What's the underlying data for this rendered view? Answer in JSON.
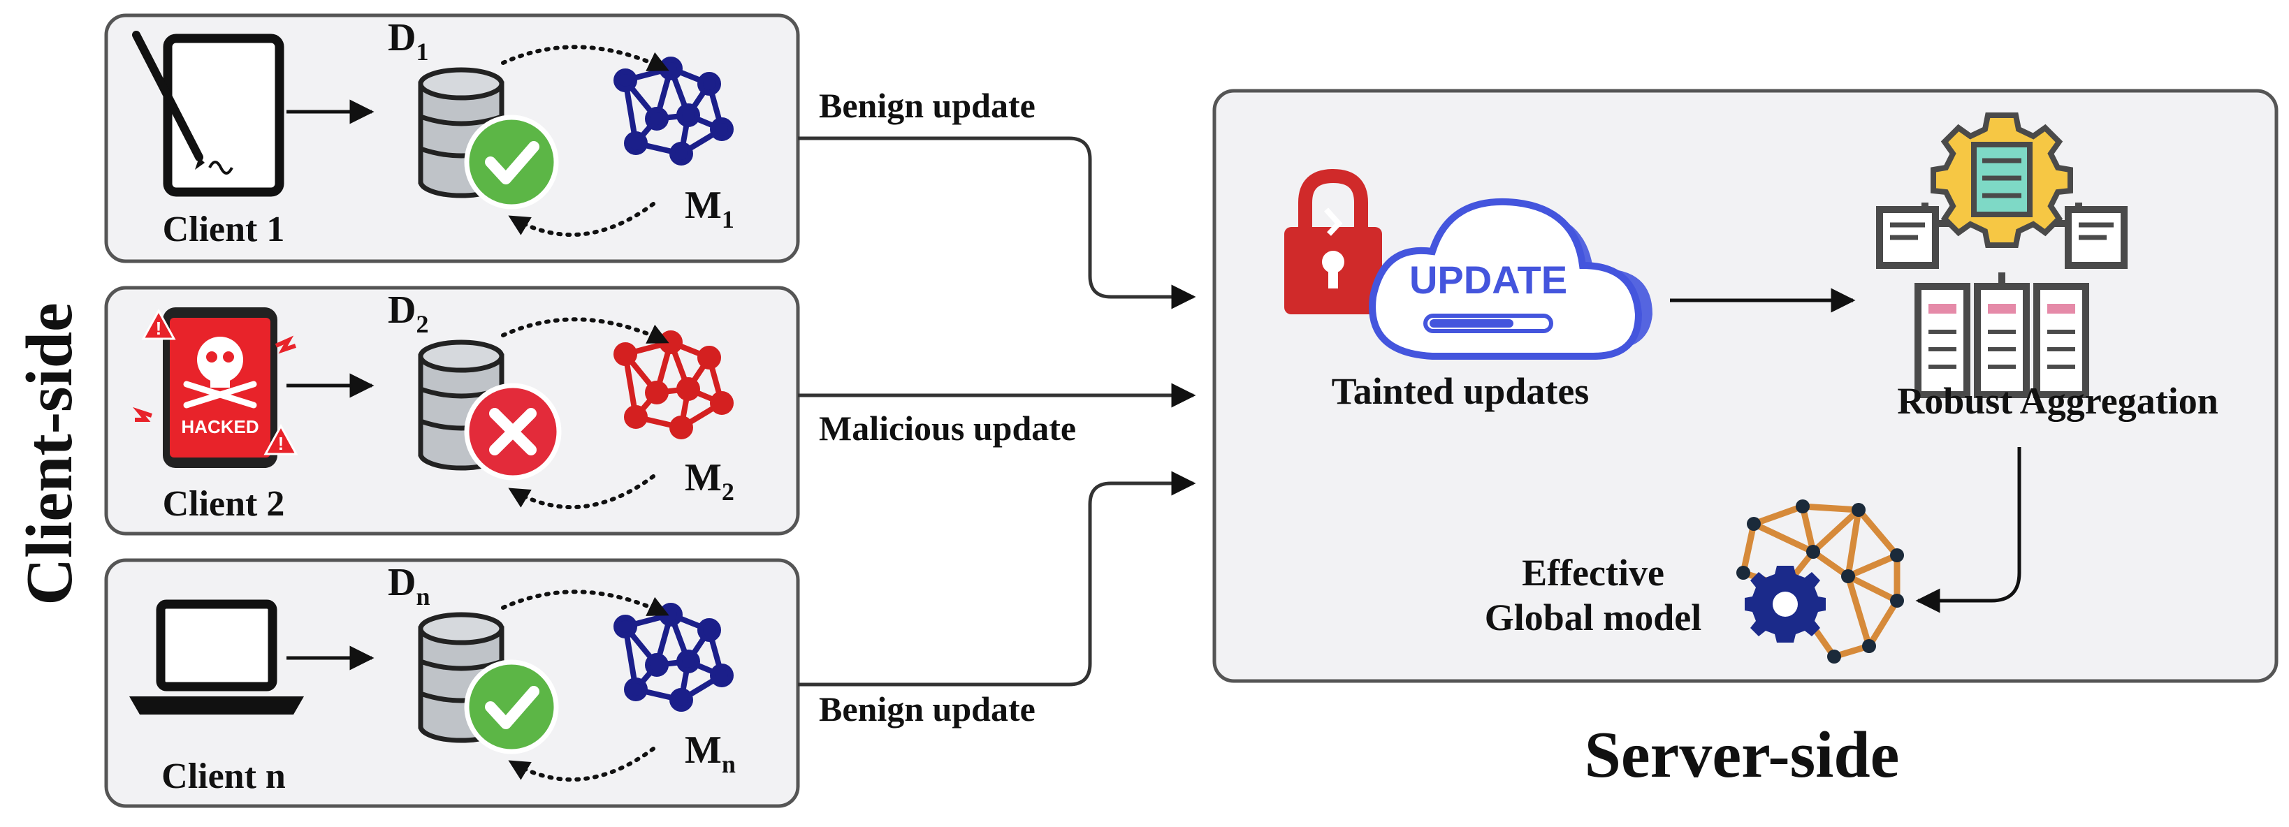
{
  "side_labels": {
    "client": "Client-side",
    "server": "Server-side"
  },
  "clients": [
    {
      "name": "Client 1",
      "dataset": "D",
      "dataset_sub": "1",
      "model": "M",
      "model_sub": "1",
      "status": "benign",
      "update": "Benign update"
    },
    {
      "name": "Client 2",
      "dataset": "D",
      "dataset_sub": "2",
      "model": "M",
      "model_sub": "2",
      "status": "malicious",
      "update": "Malicious update",
      "device_badge": "HACKED"
    },
    {
      "name": "Client n",
      "dataset": "D",
      "dataset_sub": "n",
      "model": "M",
      "model_sub": "n",
      "status": "benign",
      "update": "Benign update"
    }
  ],
  "server": {
    "tainted_label": "Tainted updates",
    "cloud_badge": "UPDATE",
    "aggregation_label": "Robust Aggregation",
    "global_model_line1": "Effective",
    "global_model_line2": "Global model"
  },
  "colors": {
    "benign_net": "#1b1f8a",
    "malicious_net": "#d42020",
    "check": "#5cb646",
    "cross": "#e32b3a",
    "panel_bg": "#f2f2f4",
    "panel_border": "#555555",
    "cloud": "#4455dd",
    "lock": "#d02a2a",
    "gear_yellow": "#f6c744",
    "brain": "#d68a3a"
  }
}
